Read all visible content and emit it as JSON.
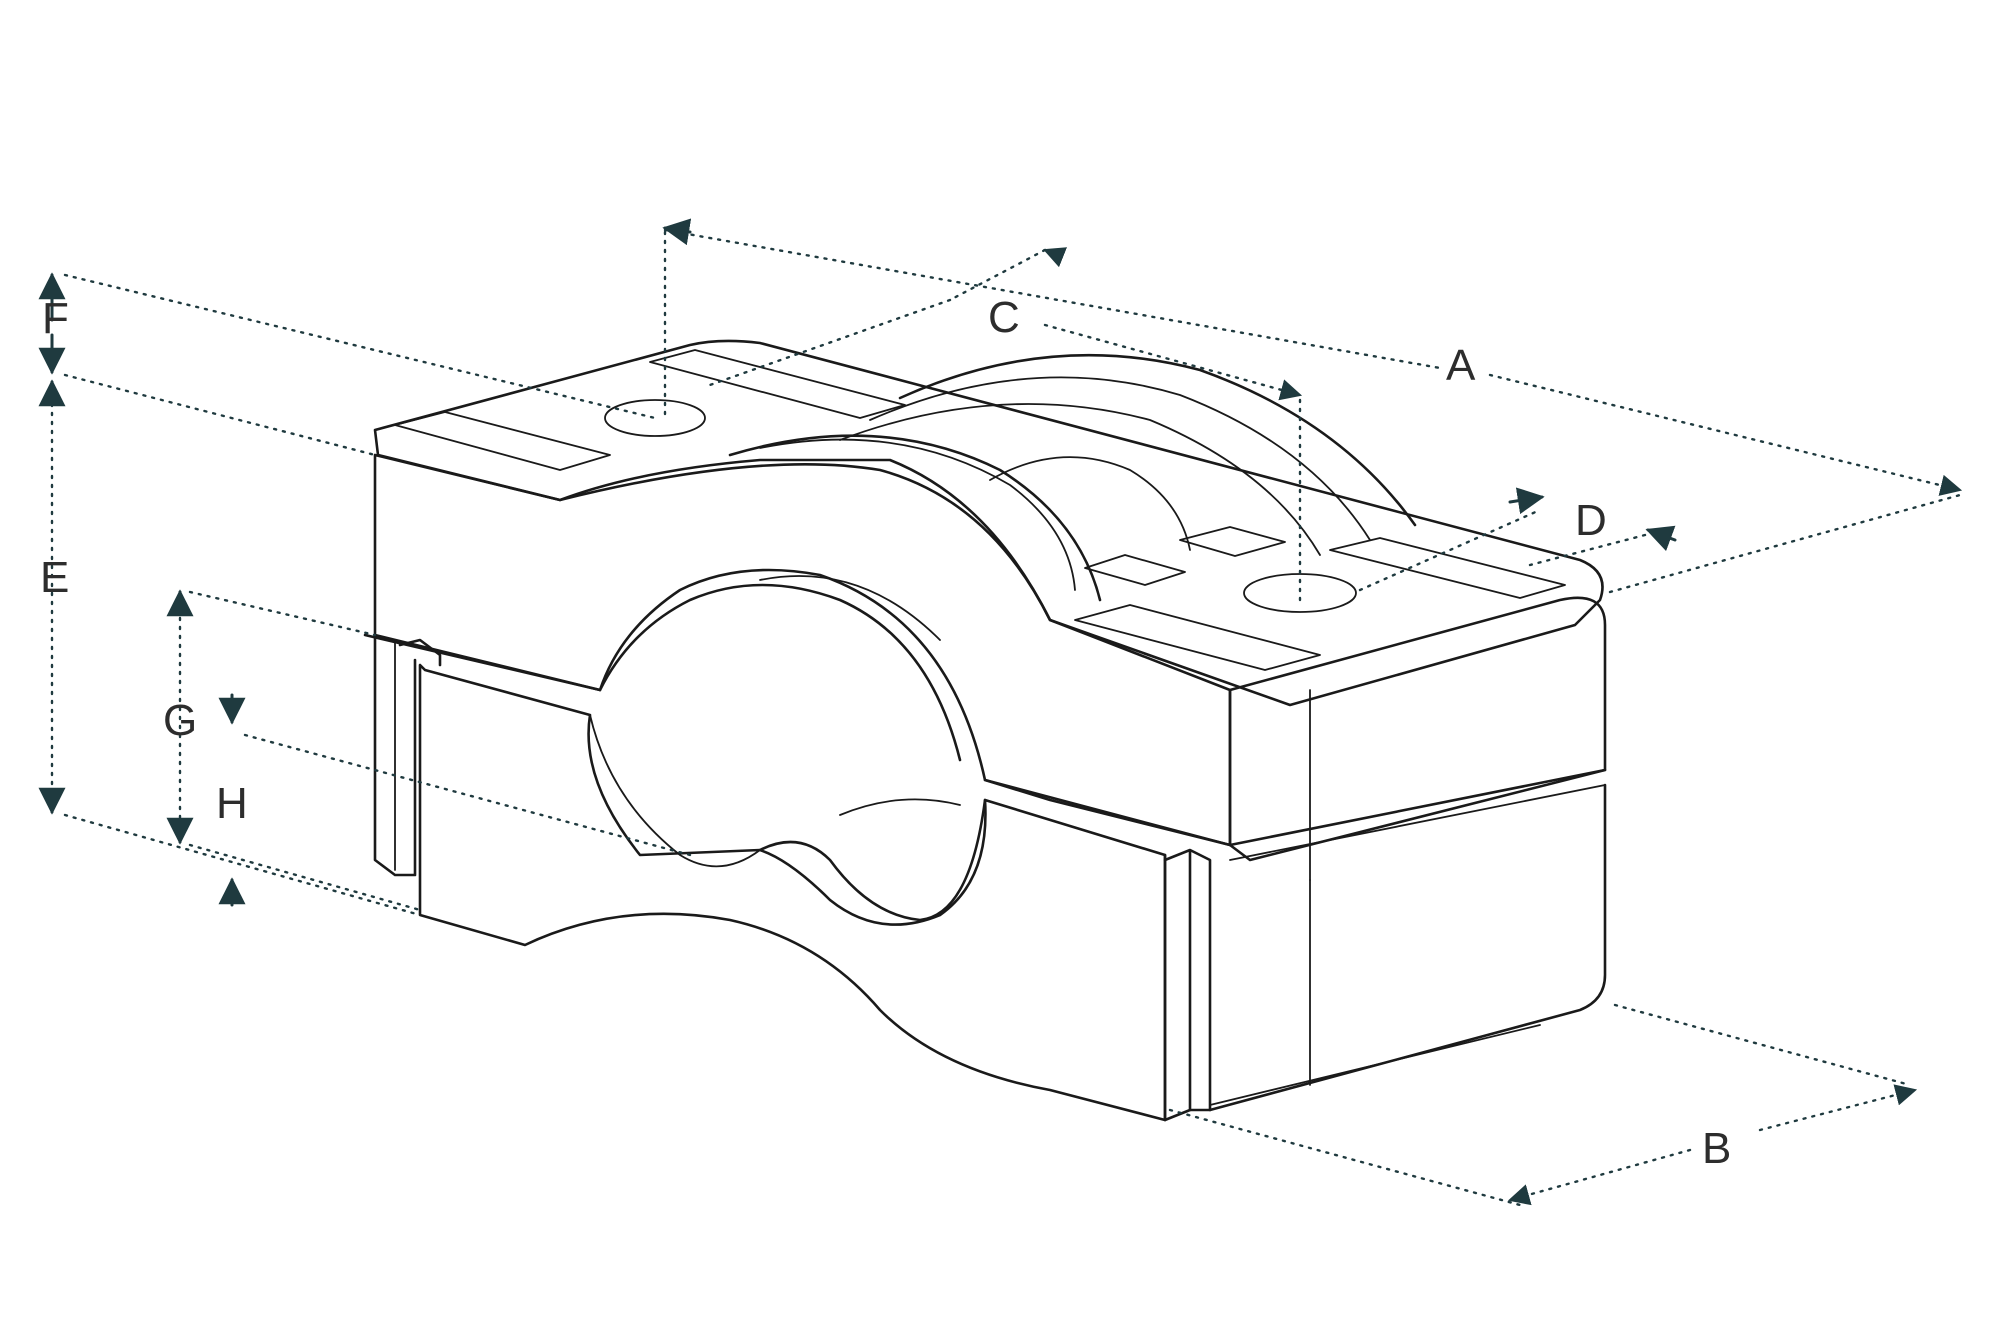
{
  "diagram": {
    "labels": {
      "A": "A",
      "B": "B",
      "C": "C",
      "D": "D",
      "E": "E",
      "F": "F",
      "G": "G",
      "H": "H"
    },
    "colors": {
      "line": "#1a1a1a",
      "dimension": "#1f3a3f",
      "background": "#ffffff"
    }
  }
}
